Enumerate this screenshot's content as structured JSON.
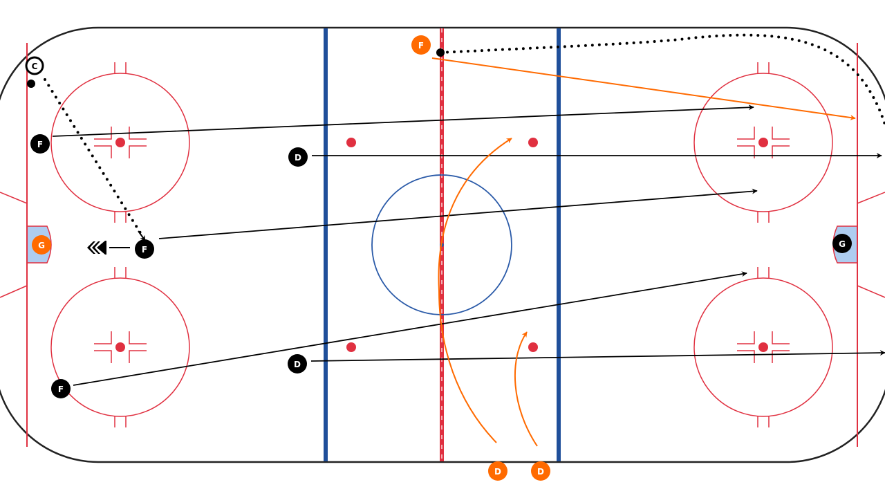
{
  "colors": {
    "rink_red": "#e03040",
    "blue_line": "#1f4f9a",
    "center_circle": "#2a5aa8",
    "crease": "#aecdf0",
    "orange": "#ff6a00",
    "black": "#000000"
  },
  "players": {
    "coach": "C",
    "f_top_left": "F",
    "f_mid_left": "F",
    "f_bottom_left": "F",
    "d_top": "D",
    "d_bottom": "D",
    "g_left": "G",
    "g_right": "G",
    "f_orange_top": "F",
    "d_orange_1": "D",
    "d_orange_2": "D"
  }
}
